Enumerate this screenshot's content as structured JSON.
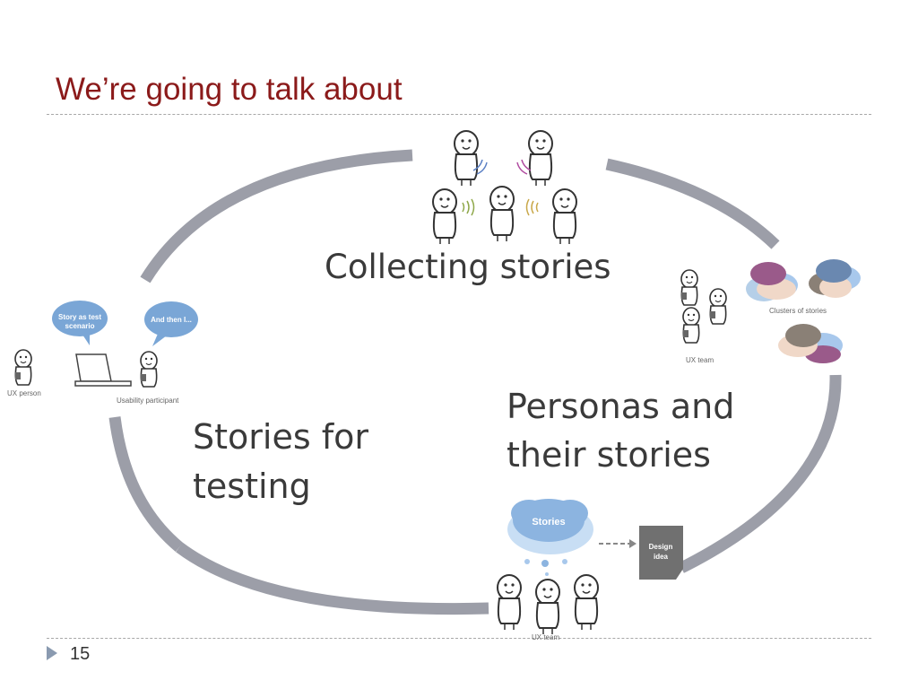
{
  "slide": {
    "title": "We’re going to talk about",
    "page_number": "15"
  },
  "sections": {
    "collecting": "Collecting stories",
    "personas_line1": "Personas and",
    "personas_line2": "their stories",
    "testing_line1": "Stories for",
    "testing_line2": "testing"
  },
  "captions": {
    "clusters": "Clusters of stories",
    "ux_team_right": "UX team",
    "ux_team_bottom": "UX team",
    "ux_person": "UX person",
    "usability_participant": "Usability participant"
  },
  "bubbles": {
    "story_test_line1": "Story as test",
    "story_test_line2": "scenario",
    "and_then": "And then I...",
    "stories_cloud": "Stories",
    "design_idea_line1": "Design",
    "design_idea_line2": "idea"
  },
  "colors": {
    "title": "#8b1a1a",
    "cycle_arrow": "#9c9ea8",
    "bubble_blue": "#7aa6d6",
    "cloud_blue": "#8cb4e0"
  }
}
